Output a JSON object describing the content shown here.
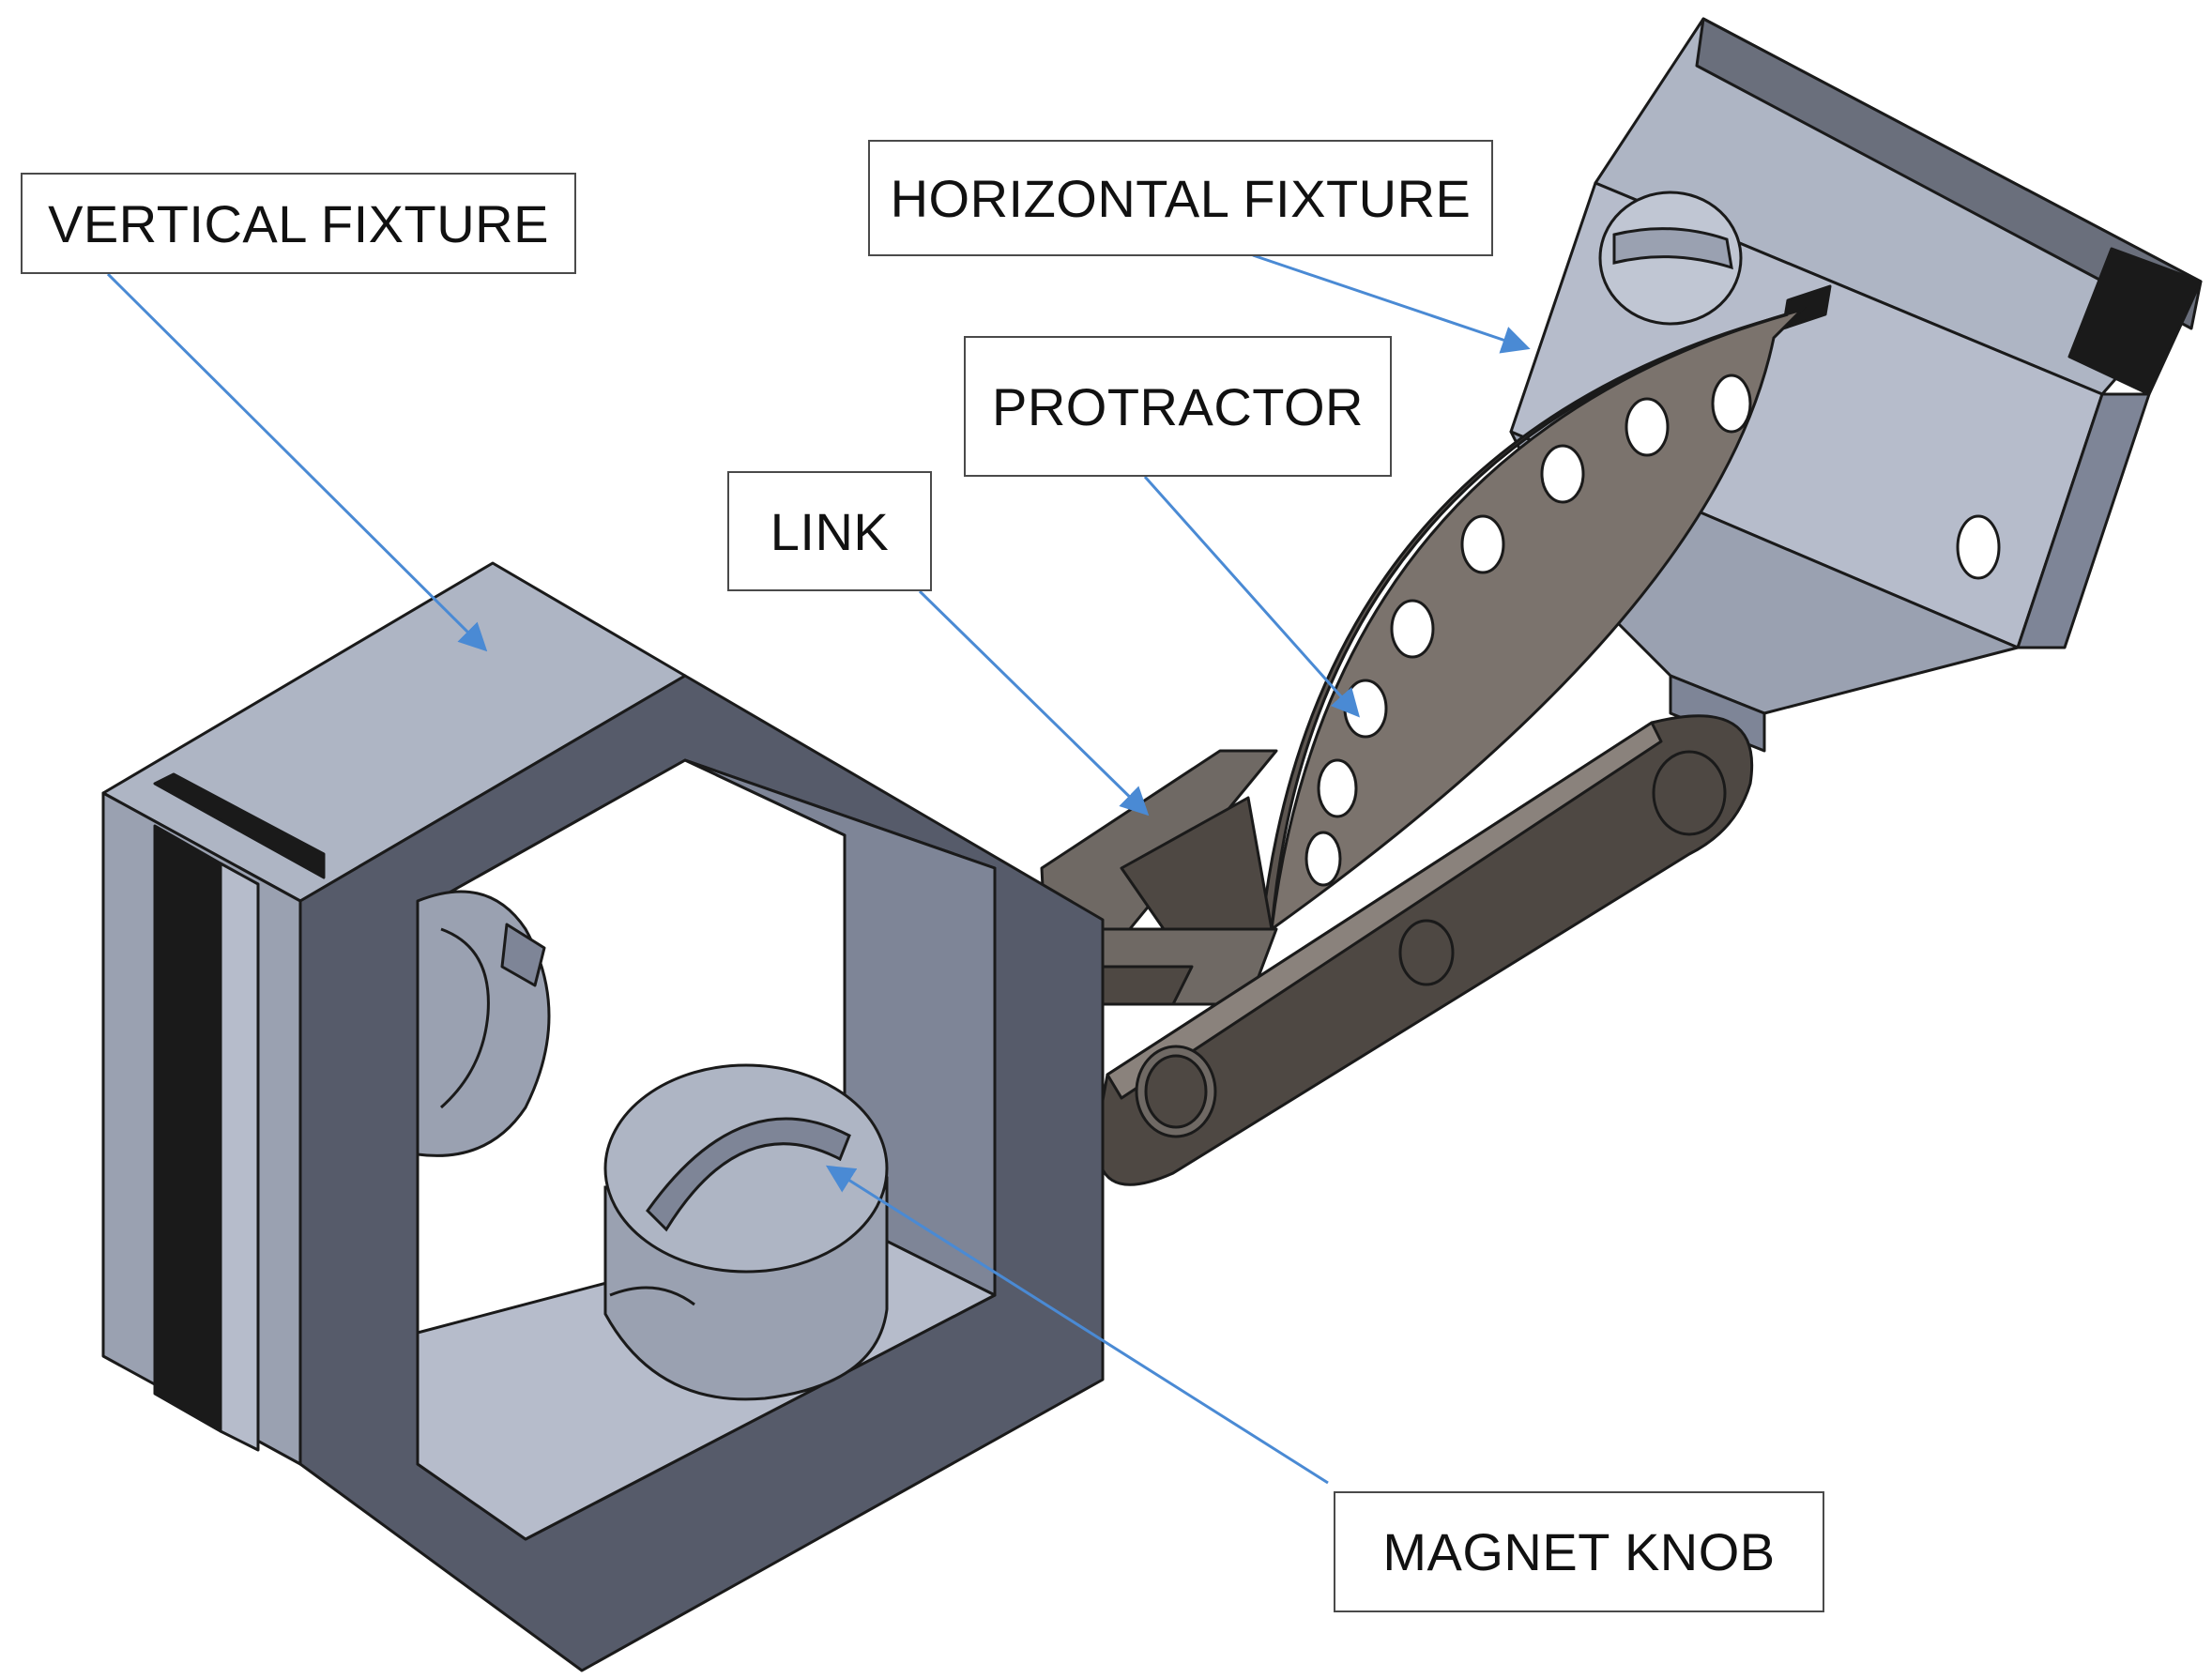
{
  "figure": {
    "labels": {
      "vertical_fixture": "VERTICAL FIXTURE",
      "horizontal_fixture": "HORIZONTAL FIXTURE",
      "protractor": "PROTRACTOR",
      "link": "LINK",
      "magnet_knob": "MAGNET KNOB"
    },
    "colors": {
      "background": "#ffffff",
      "fixture_light": "#aeb5c4",
      "fixture_mid": "#7e8597",
      "fixture_dark": "#565b6a",
      "black_strip": "#1a1a1a",
      "link_brown": "#4e4843",
      "protractor_taupe": "#7b736d",
      "leader_line": "#4a8ad4",
      "callout_border": "#4a4a4a"
    }
  }
}
